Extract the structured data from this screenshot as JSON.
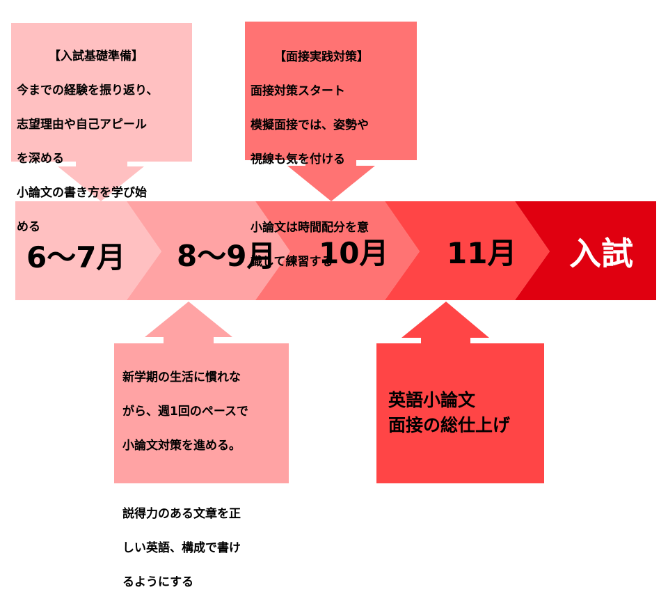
{
  "stages": [
    {
      "label": "6〜7月",
      "color": "#ffc0c1"
    },
    {
      "label": "8〜9月",
      "color": "#ffa3a4"
    },
    {
      "label": "10月",
      "color": "#ff7373"
    },
    {
      "label": "11月",
      "color": "#ff4546"
    },
    {
      "label": "入試",
      "color": "#e00010",
      "text_color": "#ffffff"
    }
  ],
  "callouts": {
    "basic": {
      "color": "#ffc0c1",
      "lines": [
        "【入試基礎準備】",
        "今までの経験を振り返り、",
        "志望理由や自己アピール",
        "を深める",
        "小論文の書き方を学び始",
        "める"
      ]
    },
    "summer": {
      "color": "#ffa3a4",
      "lines": [
        "新学期の生活に慣れな",
        "がら、週1回のペースで",
        "小論文対策を進める。",
        "",
        "説得力のある文章を正",
        "しい英語、構成で書け",
        "るようにする"
      ]
    },
    "october": {
      "color": "#ff7373",
      "lines": [
        "【面接実践対策】",
        "面接対策スタート",
        "模擬面接では、姿勢や",
        "視線も気を付ける",
        "",
        "小論文は時間配分を意",
        "識して練習する"
      ]
    },
    "november": {
      "color": "#ff4546",
      "lines": [
        "英語小論文",
        "面接の総仕上げ"
      ]
    }
  }
}
